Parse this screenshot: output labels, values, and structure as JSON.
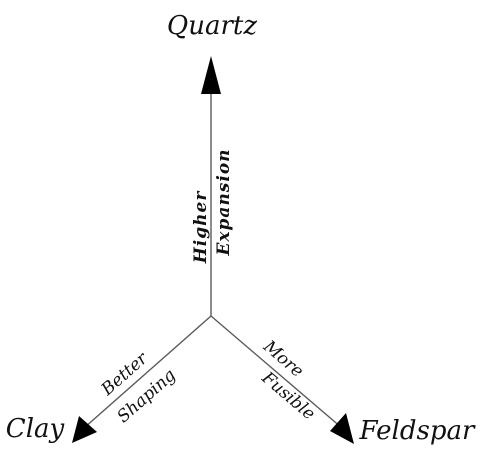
{
  "vertices": {
    "top": "Quartz",
    "left": "Clay",
    "right": "Feldspar"
  },
  "axes": {
    "top": {
      "line1": "Higher",
      "line2": "Expansion"
    },
    "left": {
      "line1": "Better",
      "line2": "Shaping"
    },
    "right": {
      "line1": "More",
      "line2": "Fusible"
    }
  }
}
